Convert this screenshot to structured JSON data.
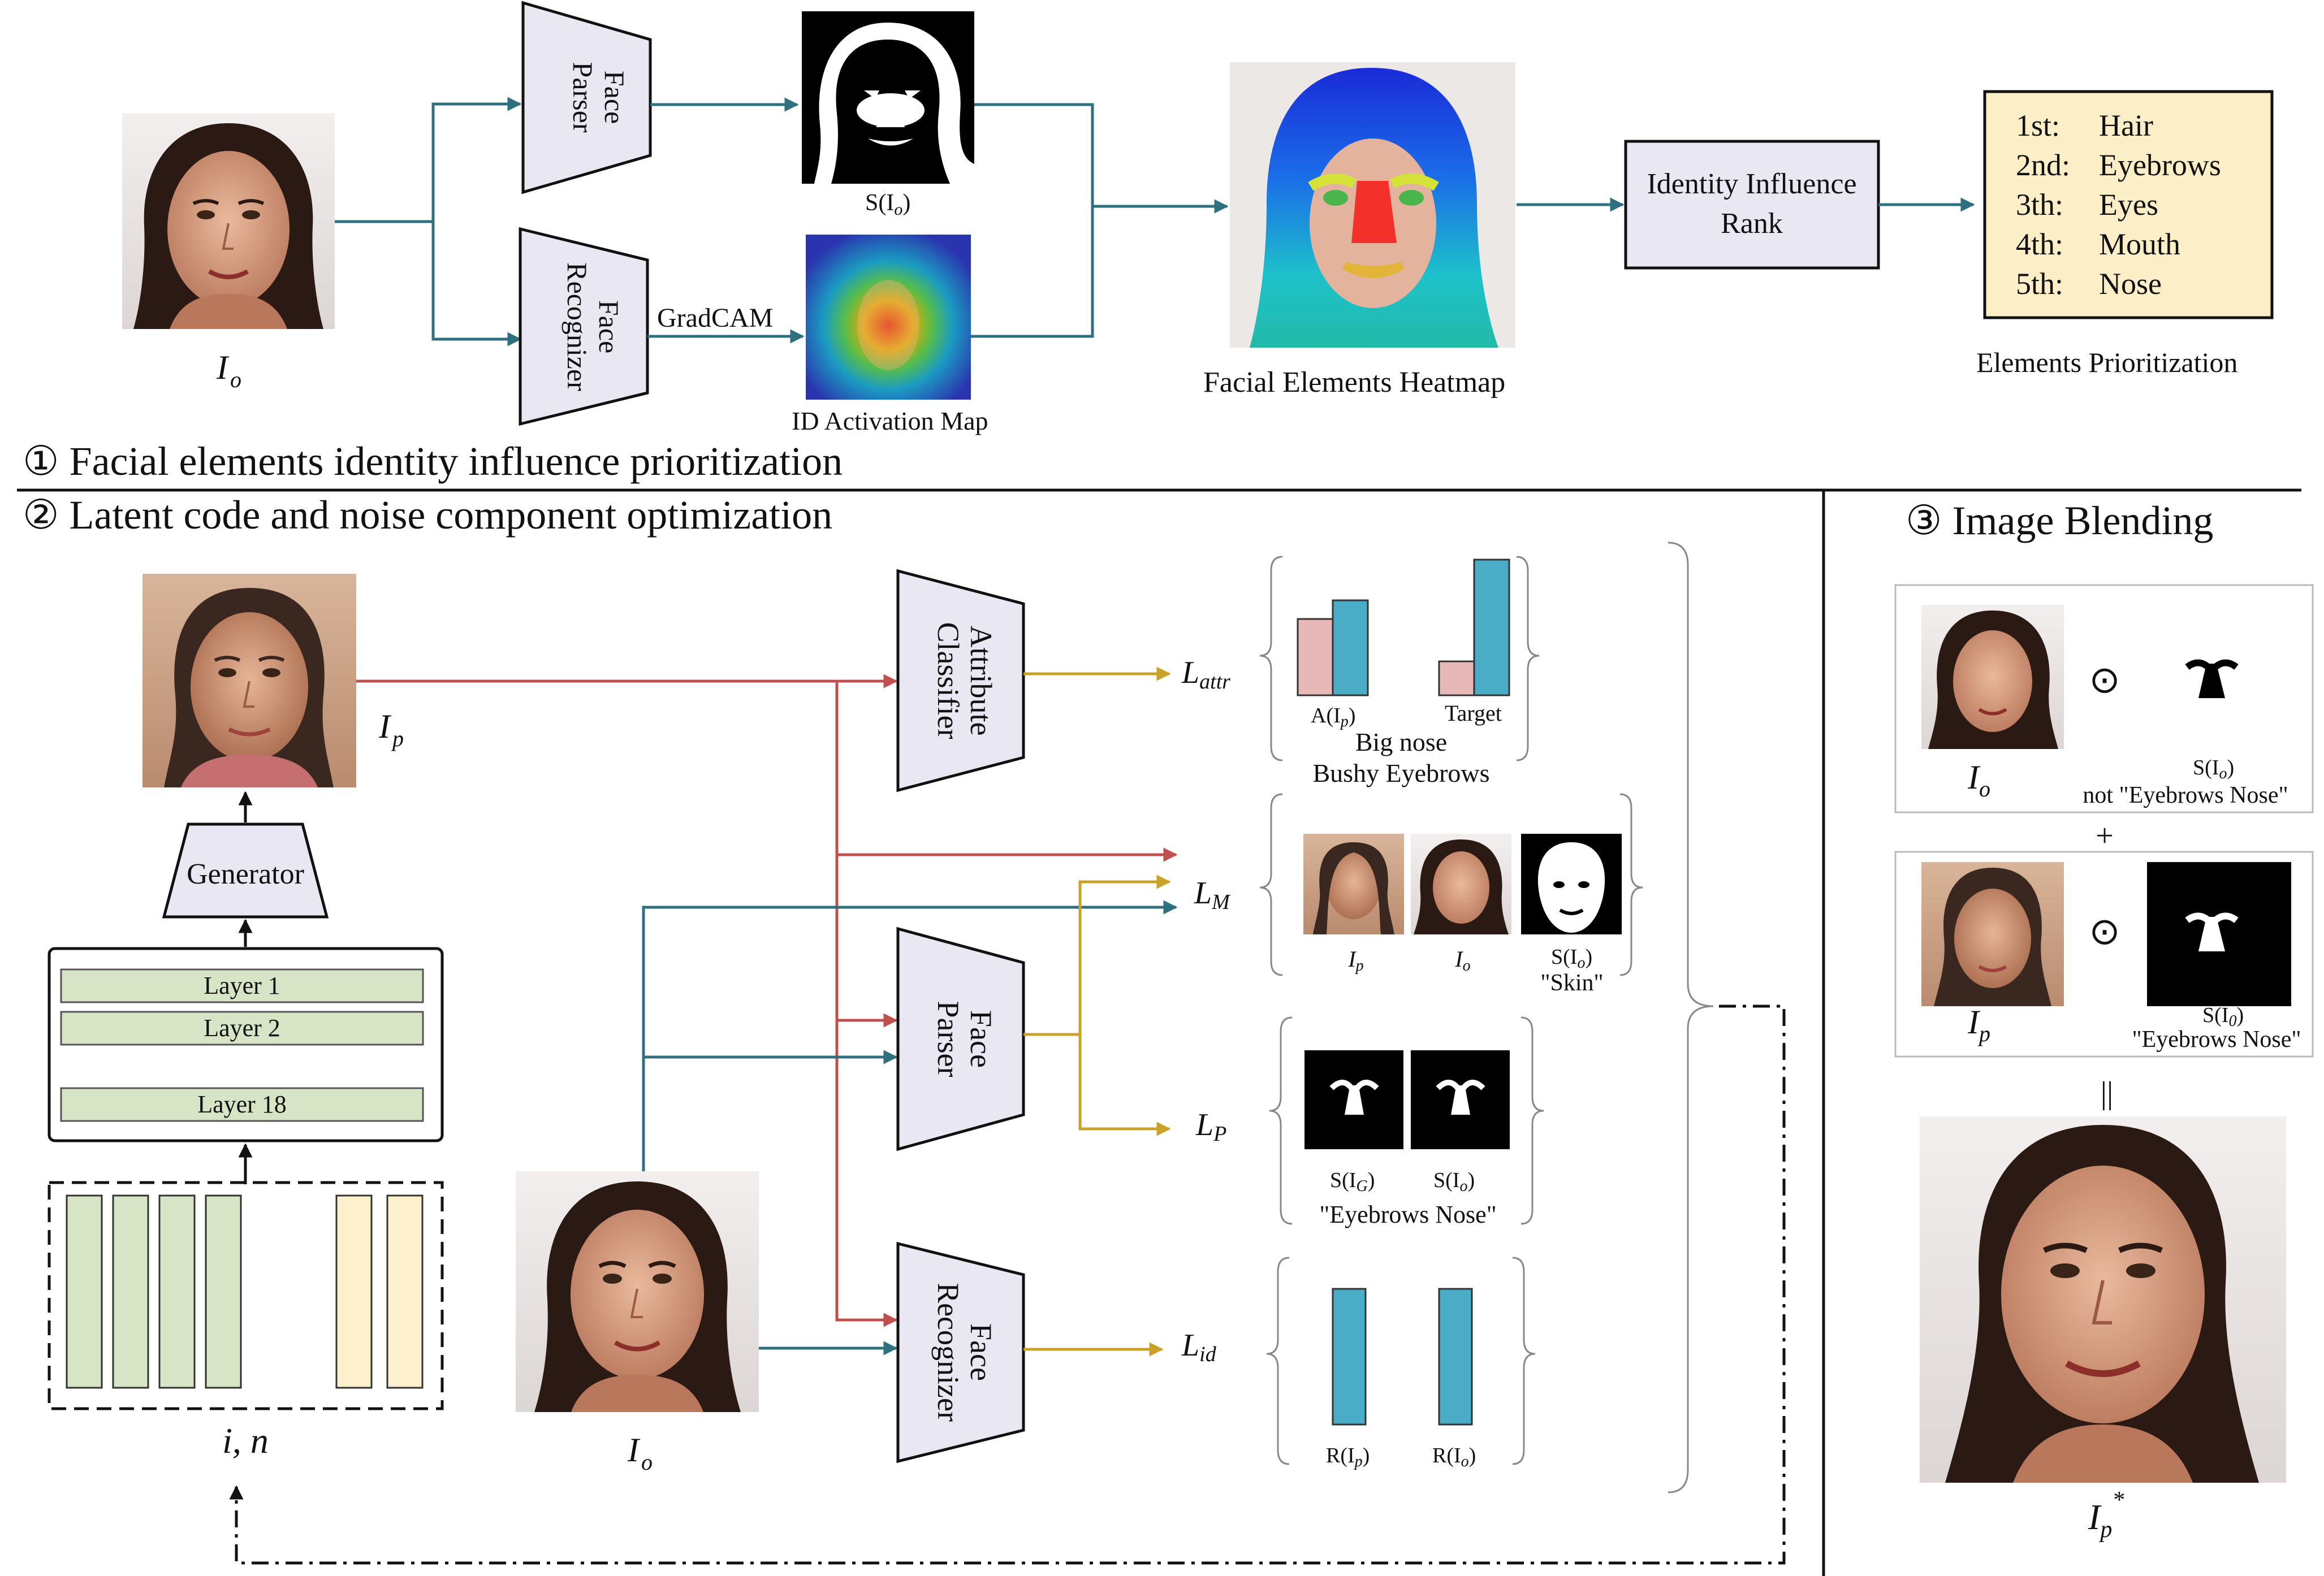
{
  "section1": {
    "title": "① Facial elements identity influence prioritization",
    "input_label": "I",
    "input_sub": "o",
    "face_parser": [
      "Face",
      "Parser"
    ],
    "face_recognizer": [
      "Face",
      "Recognizer"
    ],
    "gradcam": "GradCAM",
    "seg_label": "S(I",
    "seg_label_sub": "o",
    "seg_label_end": ")",
    "activation_label": "ID Activation Map",
    "heatmap_label": "Facial Elements Heatmap",
    "rank_box": [
      "Identity Influence",
      "Rank"
    ],
    "priority_rows": [
      {
        "rank": "1st:",
        "element": "Hair"
      },
      {
        "rank": "2nd:",
        "element": "Eyebrows"
      },
      {
        "rank": "3th:",
        "element": "Eyes"
      },
      {
        "rank": "4th:",
        "element": "Mouth"
      },
      {
        "rank": "5th:",
        "element": "Nose"
      }
    ],
    "priority_label": "Elements Prioritization"
  },
  "section2": {
    "title": "② Latent code and noise component optimization",
    "ip_label": "I",
    "ip_sub": "p",
    "generator": "Generator",
    "layers": [
      "Layer 1",
      "Layer 2",
      "Layer 18"
    ],
    "latent_label": "i, n",
    "io_label": "I",
    "io_sub": "o",
    "attribute_classifier": [
      "Attribute",
      "Classifier"
    ],
    "face_parser": [
      "Face",
      "Parser"
    ],
    "face_recognizer": [
      "Face",
      "Recognizer"
    ],
    "loss_attr": {
      "main": "L",
      "sub": "attr"
    },
    "loss_m": {
      "main": "L",
      "sub": "M"
    },
    "loss_p": {
      "main": "L",
      "sub": "P"
    },
    "loss_id": {
      "main": "L",
      "sub": "id"
    },
    "attr_bars": {
      "a_ip_label": "A(I",
      "a_ip_sub": "p",
      "target_label": "Target",
      "caption_1": "Big nose",
      "caption_2": "Bushy Eyebrows"
    },
    "m_panel": {
      "ip": "I",
      "ip_sub": "p",
      "io": "I",
      "io_sub": "o",
      "skin_mask": "S(I",
      "skin_mask_sub": "o",
      "skin_caption": "\"Skin\""
    },
    "p_panel": {
      "sg": "S(I",
      "sg_sub": "G",
      "so": "S(I",
      "so_sub": "o",
      "caption": "\"Eyebrows Nose\""
    },
    "id_panel": {
      "r_ip": "R(I",
      "r_ip_sub": "p",
      "r_io": "R(I",
      "r_io_sub": "o"
    }
  },
  "section3": {
    "title": "③ Image Blending",
    "odot": "⊙",
    "plus": "+",
    "equals": "||",
    "io_label": "I",
    "io_sub": "o",
    "mask1": "S(I",
    "mask1_sub": "o",
    "mask1_caption": "not \"Eyebrows Nose\"",
    "ip_label": "I",
    "ip_sub": "p",
    "mask2": "S(I",
    "mask2_sub": "0",
    "mask2_caption": "\"Eyebrows Nose\"",
    "result_label": "I",
    "result_sub": "p",
    "result_sup": "*"
  },
  "colors": {
    "teal_arrow": "#2e6f80",
    "red_arrow": "#c0504d",
    "gold_arrow": "#c9a227",
    "block_fill": "#e9e7f1",
    "layer_fill": "#d8e4c6",
    "noise_fill": "#fdf0cc",
    "priority_fill": "#fcefc7",
    "bar_pink": "#e6b8b7",
    "bar_teal": "#4aacc6"
  }
}
